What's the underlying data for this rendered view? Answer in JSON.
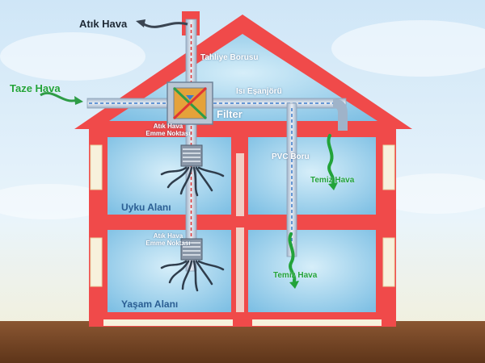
{
  "labels": {
    "exhaust_air": "Atık Hava",
    "fresh_air": "Taze Hava",
    "exhaust_pipe": "Tahliye Borusu",
    "heat_exchanger": "Isı Eşanjörü",
    "filter": "Filter",
    "intake_point_line1": "Atık Hava",
    "intake_point_line2": "Emme Noktası",
    "pvc_pipe": "PVC Boru",
    "clean_air": "Temiz Hava",
    "sleeping_area": "Uyku Alanı",
    "living_area": "Yaşam Alanı"
  },
  "colors": {
    "sky": "#d8ecf8",
    "house_wall": "#f04a4a",
    "room_fill": "#a9d8ef",
    "ground": "#7a4a2a",
    "duct": "#c9d3e0",
    "arrow_fresh": "#2e9c46",
    "arrow_exhaust": "#e03535"
  },
  "icons": [
    "exhaust-arrow-icon",
    "fresh-air-arrow-icon",
    "clean-air-arrow-icon",
    "vent-grille-icon",
    "heat-exchanger-icon"
  ]
}
